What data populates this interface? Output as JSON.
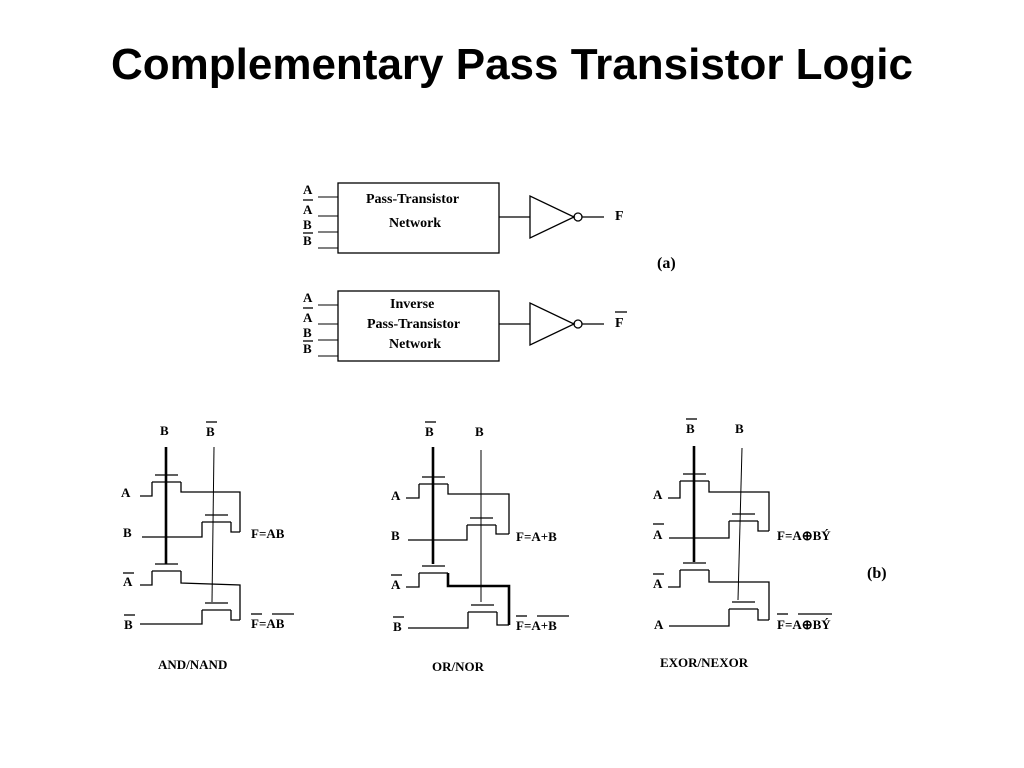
{
  "slide": {
    "title": "Complementary Pass Transistor Logic"
  },
  "part_a": {
    "label": "(a)",
    "network": {
      "line1": "Pass-Transistor",
      "line2": "Network",
      "inputs": [
        "A",
        "A",
        "B",
        "B"
      ],
      "output": "F"
    },
    "inverse_network": {
      "line1": "Inverse",
      "line2": "Pass-Transistor",
      "line3": "Network",
      "inputs": [
        "A",
        "A",
        "B",
        "B"
      ],
      "output": "F"
    }
  },
  "part_b": {
    "label": "(b)",
    "and_nand": {
      "caption": "AND/NAND",
      "top_labels": [
        "B",
        "B"
      ],
      "left_labels": [
        "A",
        "B",
        "A",
        "B"
      ],
      "outputs": [
        "F=AB",
        "F=AB"
      ]
    },
    "or_nor": {
      "caption": "OR/NOR",
      "top_labels": [
        "B",
        "B"
      ],
      "left_labels": [
        "A",
        "B",
        "A",
        "B"
      ],
      "outputs": [
        "F=A+B",
        "F=A+B"
      ]
    },
    "exor_nexor": {
      "caption": "EXOR/NEXOR",
      "top_labels": [
        "B",
        "B"
      ],
      "left_labels": [
        "A",
        "A",
        "A",
        "A"
      ],
      "outputs": [
        "F=A⊕BÝ",
        "F=A⊕BÝ"
      ]
    }
  }
}
